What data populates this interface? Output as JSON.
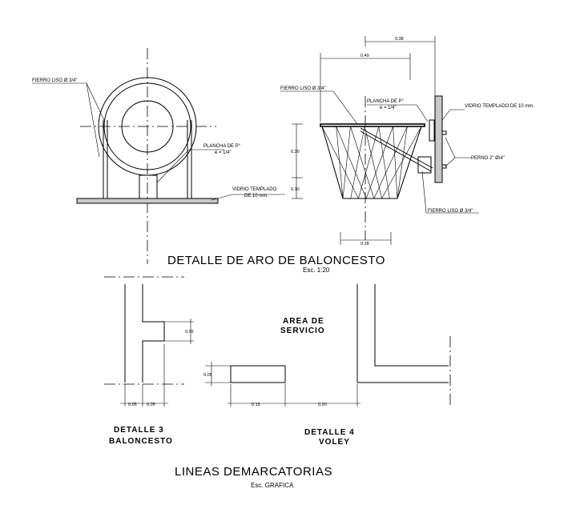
{
  "detail_aro": {
    "title": "DETALLE DE ARO DE BALONCESTO",
    "scale": "Esc. 1:20",
    "front": {
      "label_fierro": "FIERRO LISO Ø 3/4\"",
      "label_plancha_1": "PLANCHA DE P°",
      "label_plancha_2": "e = 1/4\"",
      "label_vidrio_1": "VIDRIO TEMPLADO",
      "label_vidrio_2": "DE 10 mm."
    },
    "side": {
      "label_fierro_top": "FIERRO LISO Ø 3/4\"",
      "label_plancha_1": "PLANCHA DE P°",
      "label_plancha_2": "e = 1/4\"",
      "label_vidrio": "VIDRIO TEMPLADO DE 10 mm.",
      "label_perno": "PERNO 2\" Ø/4\"",
      "label_fierro_bottom": "FIERRO LISO Ø 3/4\"",
      "dim_038": "0.38",
      "dim_049": "0.49",
      "dim_030": "0.30",
      "dim_010": "0.10",
      "dim_028": "0.28"
    }
  },
  "lineas": {
    "title": "LINEAS DEMARCATORIAS",
    "scale": "Esc. GRAFICA",
    "area_1": "AREA DE",
    "area_2": "SERVICIO",
    "det3_1": "DETALLE 3",
    "det3_2": "BALONCESTO",
    "det4_1": "DETALLE 4",
    "det4_2": "VOLEY",
    "dim_005_a": "0.05",
    "dim_005_b": "0.05",
    "dim_005_c": "0.05",
    "dim_005_d": "0.05",
    "dim_015": "0.15",
    "dim_020": "0.20"
  }
}
